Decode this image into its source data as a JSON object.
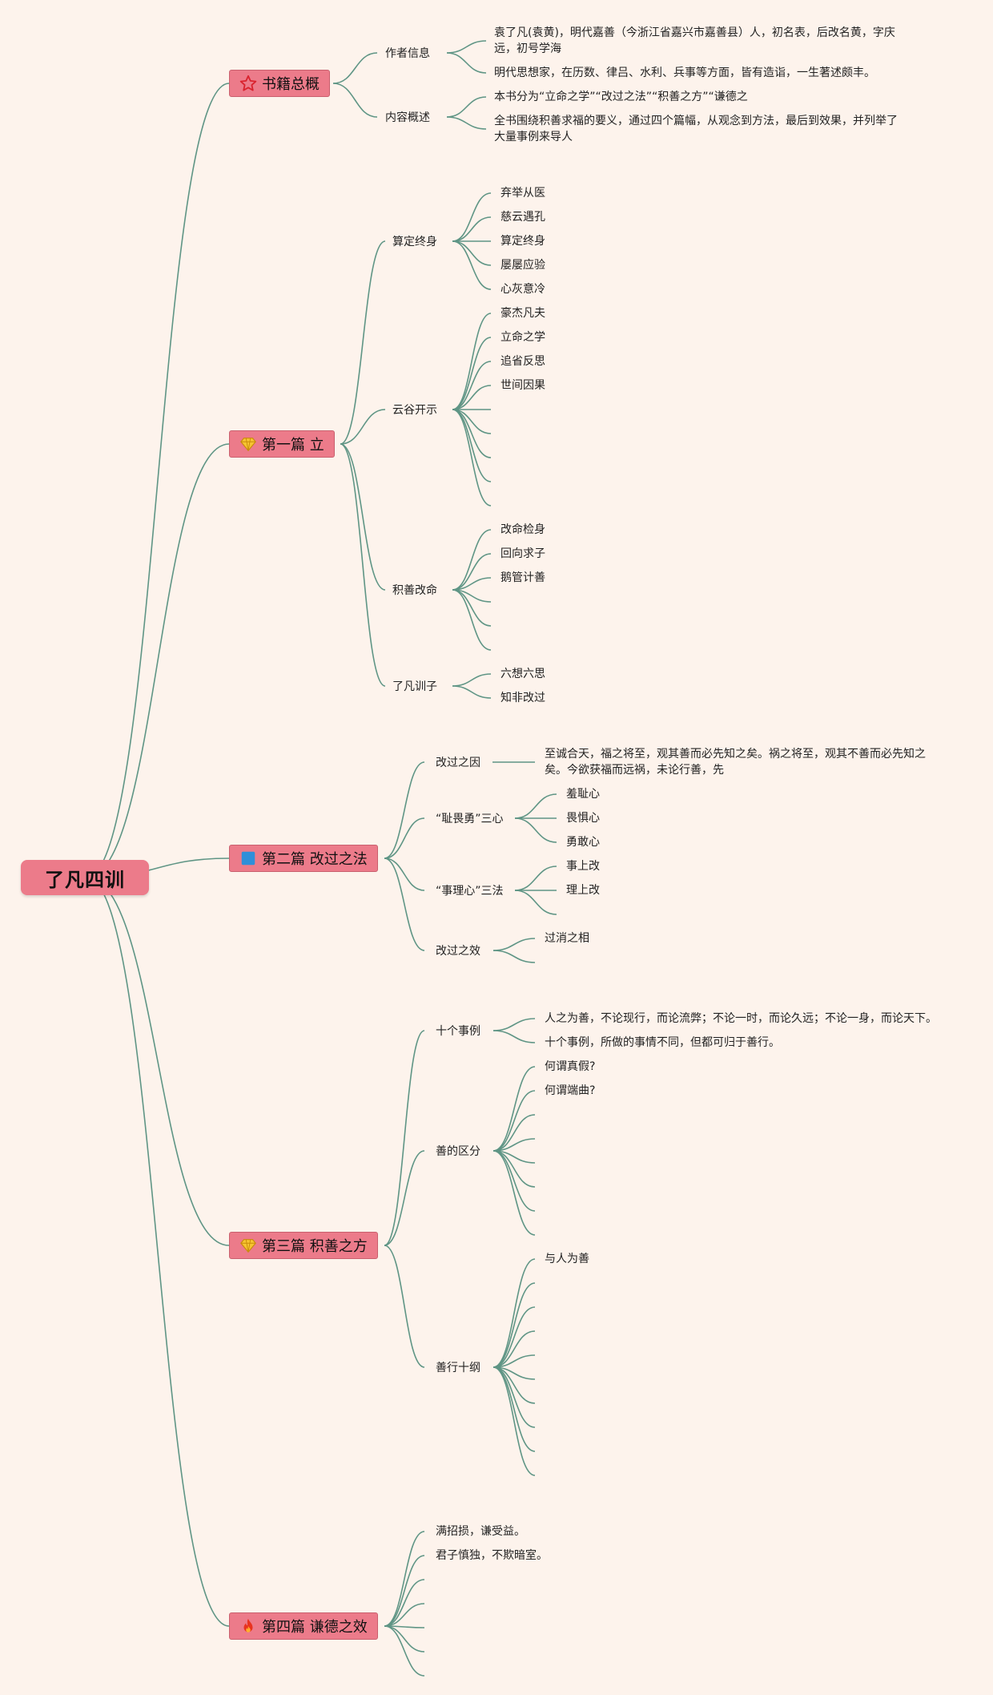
{
  "root": {
    "label": "了凡四训"
  },
  "chapters": [
    {
      "label": "书籍总概",
      "icon": "star-icon",
      "subs": [
        {
          "label": "作者信息",
          "leaves": [
            "袁了凡(袁黄)，明代嘉善（今浙江省嘉兴市嘉善县）人，初名表，后改名黄，字庆远，初号学海",
            "明代思想家，在历数、律吕、水利、兵事等方面，皆有造诣，一生著述颇丰。"
          ]
        },
        {
          "label": "内容概述",
          "leaves": [
            "本书分为“立命之学”“改过之法”“积善之方”“谦德之",
            "全书围绕积善求福的要义，通过四个篇幅，从观念到方法，最后到效果，并列举了大量事例来导人"
          ]
        }
      ]
    },
    {
      "label": "第一篇  立",
      "icon": "gem-icon",
      "subs": [
        {
          "label": "算定终身",
          "leaves": [
            "弃举从医",
            "慈云遇孔",
            "算定终身",
            "屡屡应验",
            "心灰意冷"
          ]
        },
        {
          "label": "云谷开示",
          "leaves": [
            "豪杰凡夫",
            "立命之学",
            "追省反思",
            "世间因果",
            "",
            "",
            "",
            "",
            ""
          ]
        },
        {
          "label": "积善改命",
          "leaves": [
            "改命检身",
            "回向求子",
            "鹅管计善",
            "",
            "",
            ""
          ]
        },
        {
          "label": "了凡训子",
          "leaves": [
            "六想六思",
            "知非改过"
          ]
        }
      ]
    },
    {
      "label": "第二篇  改过之法",
      "icon": "blue-square-icon",
      "subs": [
        {
          "label": "改过之因",
          "leaves": [
            "至诚合天，福之将至，观其善而必先知之矣。祸之将至，观其不善而必先知之矣。今欲获福而远祸，未论行善，先"
          ]
        },
        {
          "label": "“耻畏勇”三心",
          "leaves": [
            "羞耻心",
            "畏惧心",
            "勇敢心"
          ]
        },
        {
          "label": "“事理心”三法",
          "leaves": [
            "事上改",
            "理上改",
            ""
          ]
        },
        {
          "label": "改过之效",
          "leaves": [
            "过消之相",
            ""
          ]
        }
      ]
    },
    {
      "label": "第三篇  积善之方",
      "icon": "gem-icon",
      "subs": [
        {
          "label": "十个事例",
          "leaves": [
            "人之为善，不论现行，而论流弊；不论一时，而论久远；不论一身，而论天下。",
            "十个事例，所做的事情不同，但都可归于善行。"
          ]
        },
        {
          "label": "善的区分",
          "leaves": [
            "何谓真假?",
            "何谓端曲?",
            "",
            "",
            "",
            "",
            "",
            ""
          ]
        },
        {
          "label": "善行十纲",
          "leaves": [
            "与人为善",
            "",
            "",
            "",
            "",
            "",
            "",
            "",
            "",
            ""
          ]
        }
      ]
    },
    {
      "label": "第四篇  谦德之效",
      "icon": "fire-icon",
      "leaves": [
        "满招损，谦受益。",
        "君子慎独，不欺暗室。",
        "",
        "",
        "",
        "",
        ""
      ]
    }
  ]
}
